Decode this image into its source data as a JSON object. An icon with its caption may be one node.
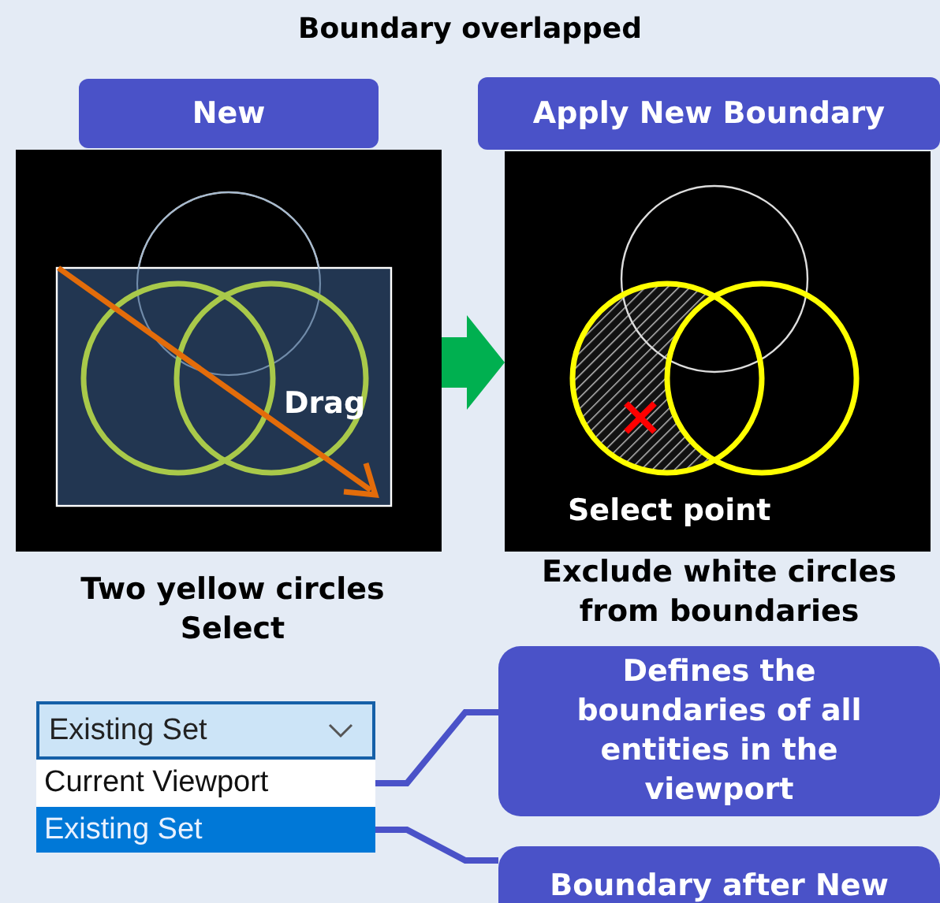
{
  "diagram": {
    "title": "Boundary overlapped",
    "nodes": [
      {
        "text": [
          "New"
        ]
      },
      {
        "text": [
          "Drag"
        ],
        "beside": [
          "Two yellow circles Select"
        ]
      },
      {
        "text": [
          "Apply New Boundary"
        ]
      },
      {
        "text": [
          "Select point"
        ],
        "beside": [
          "Exclude white circles from boundaries"
        ]
      },
      {
        "text": [
          "Existing Set"
        ]
      },
      {
        "text": [
          "Current Viewport"
        ]
      },
      {
        "text": [
          "Existing Set"
        ]
      },
      {
        "text": [
          "Defines the boundaries of all entities in the viewport"
        ]
      },
      {
        "text": [
          "Boundary after New"
        ]
      }
    ],
    "edges": [
      {
        "from": 1,
        "to": 3,
        "arrow": "to",
        "style": "thick",
        "color": "#00b050"
      },
      {
        "from": 5,
        "to": 7,
        "arrow": "none"
      },
      {
        "from": 6,
        "to": 8,
        "arrow": "none"
      }
    ]
  }
}
